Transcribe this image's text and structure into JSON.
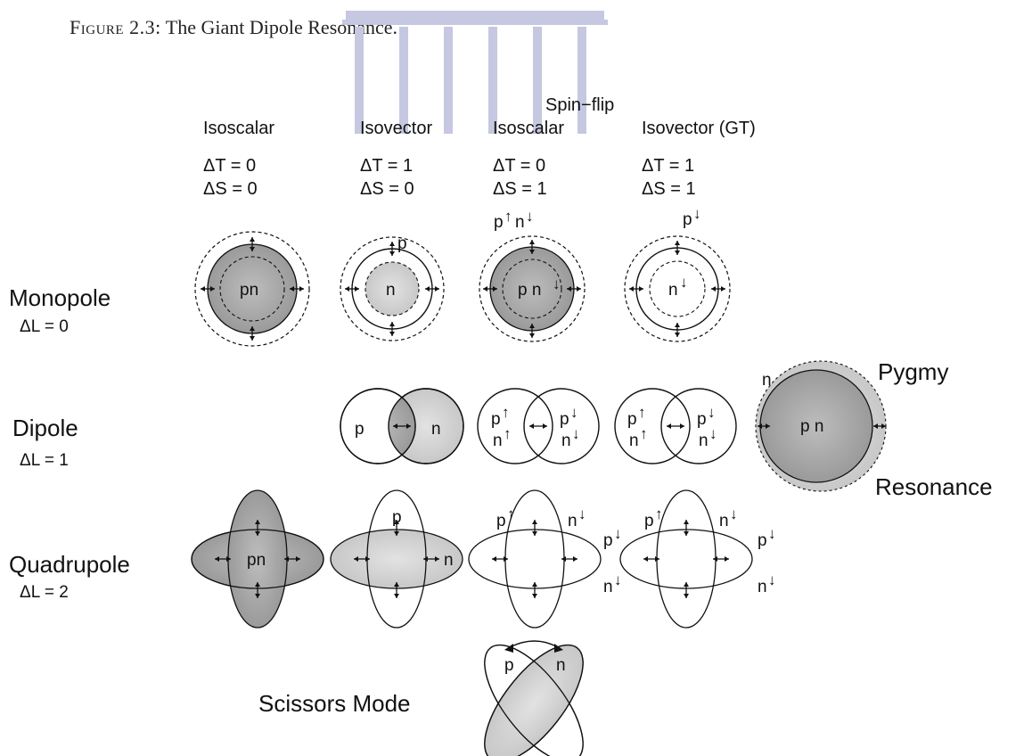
{
  "caption": {
    "prefix": "Figure 2.3:",
    "text": "The Giant Dipole Resonance."
  },
  "columns": [
    {
      "name": "Isoscalar",
      "dT": "ΔT  = 0",
      "dS": "ΔS  = 0"
    },
    {
      "name": "Isovector",
      "dT": "ΔT  = 1",
      "dS": "ΔS  = 0"
    },
    {
      "name": "Isoscalar",
      "dT": "ΔT  = 0",
      "dS": "ΔS  = 1"
    },
    {
      "name": "Isovector (GT)",
      "dT": "ΔT  = 1",
      "dS": "ΔS  = 1"
    }
  ],
  "spin_flip_label": "Spin−flip",
  "rows": [
    {
      "name": "Monopole",
      "dl": "ΔL  = 0"
    },
    {
      "name": "Dipole",
      "dl": "ΔL  = 1"
    },
    {
      "name": "Quadrupole",
      "dl": "ΔL  = 2"
    }
  ],
  "pygmy": {
    "top": "Pygmy",
    "bottom": "Resonance",
    "n": "n",
    "core": "p n"
  },
  "scissors": {
    "label": "Scissors Mode",
    "p": "p",
    "n": "n"
  },
  "labels": {
    "p": "p",
    "n": "n",
    "pn": "pn",
    "p_n": "p n",
    "up": "↑",
    "down": "↓"
  },
  "colors": {
    "dark_fill": "#a8a8a8",
    "light_fill": "#d4d4d4",
    "line": "#111111",
    "watermark": "#9fa3c4"
  }
}
